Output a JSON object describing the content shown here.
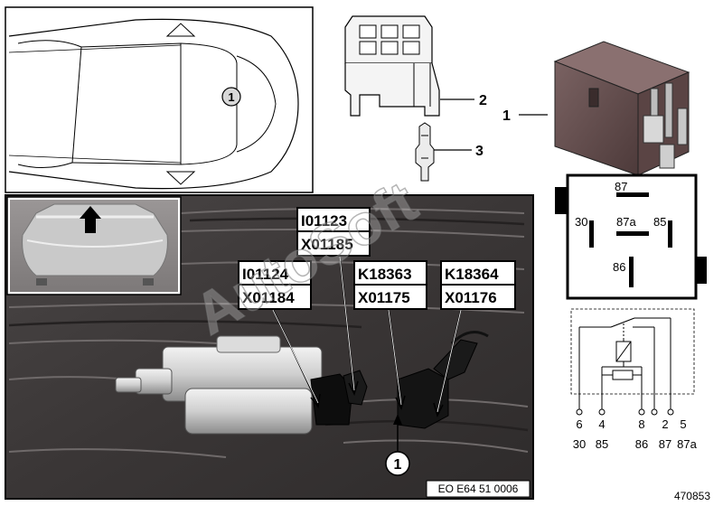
{
  "watermark": "AutoSoft",
  "callouts": {
    "part1": "1",
    "part2": "2",
    "part3": "3",
    "location_marker": "1",
    "photo_marker": "1"
  },
  "labels": {
    "box1_top": "I01123",
    "box1_bottom": "X01185",
    "box2_top": "I01124",
    "box2_bottom": "X01184",
    "box3_top": "K18363",
    "box3_bottom": "X01175",
    "box4_top": "K18364",
    "box4_bottom": "X01176"
  },
  "relay_face": {
    "pin87": "87",
    "pin30": "30",
    "pin87a": "87a",
    "pin85": "85",
    "pin86": "86"
  },
  "schematic": {
    "pins": [
      {
        "num": "6",
        "term": "30"
      },
      {
        "num": "4",
        "term": "85"
      },
      {
        "num": "8",
        "term": "86"
      },
      {
        "num": "2",
        "term": "87"
      },
      {
        "num": "5",
        "term": "87a"
      }
    ]
  },
  "photo_ref": "EO E64 51 0006",
  "diagram_id": "470853"
}
